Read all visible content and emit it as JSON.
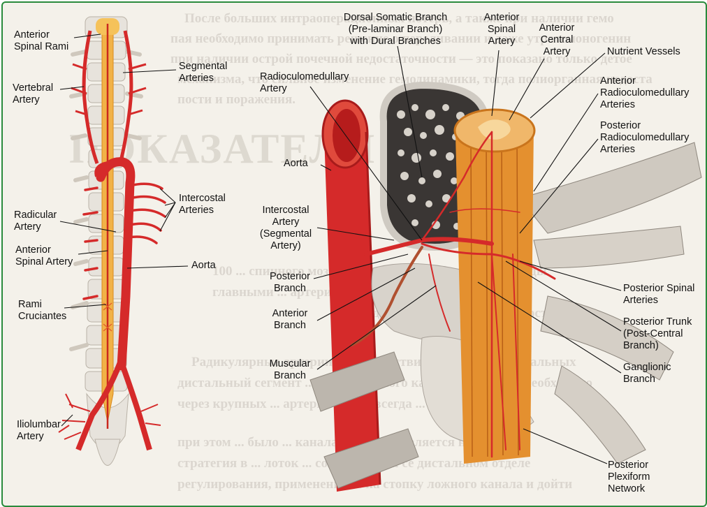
{
  "colors": {
    "artery": "#d52a2a",
    "artery_dark": "#9b1212",
    "cord": "#e08a2c",
    "bone": "#d8d3cb",
    "border": "#2a8a3c"
  },
  "labels": {
    "anterior_spinal_rami": "Anterior\nSpinal Rami",
    "segmental_arteries": "Segmental\nArteries",
    "vertebral_artery": "Vertebral\nArtery",
    "intercostal_arteries": "Intercostal\nArteries",
    "radicular_artery": "Radicular\nArtery",
    "anterior_spinal_artery_left": "Anterior\nSpinal Artery",
    "aorta_left": "Aorta",
    "rami_cruciantes": "Rami\nCruciantes",
    "iliolumbar_artery": "Iliolumbar\nArtery",
    "dorsal_somatic_branch": "Dorsal Somatic Branch\n(Pre-laminar Branch)\nwith Dural Branches",
    "anterior_spinal_artery_right": "Anterior\nSpinal\nArtery",
    "anterior_central_artery": "Anterior\nCentral\nArtery",
    "nutrient_vessels": "Nutrient Vessels",
    "radiculomedullary_artery": "Radioculomedullary\nArtery",
    "anterior_radiculomedullary": "Anterior\nRadioculomedullary\nArteries",
    "posterior_radiculomedullary": "Posterior\nRadioculomedullary\nArteries",
    "aorta_right": "Aorta",
    "intercostal_segmental": "Intercostal\nArtery\n(Segmental\nArtery)",
    "posterior_branch": "Posterior\nBranch",
    "anterior_branch": "Anterior\nBranch",
    "muscular_branch": "Muscular\nBranch",
    "posterior_spinal_arteries": "Posterior Spinal\nArteries",
    "posterior_trunk": "Posterior Trunk\n(Post-Central\nBranch)",
    "ganglionic_branch": "Ganglionic\nBranch",
    "posterior_plexiform": "Posterior\nPlexiform\nNetwork"
  },
  "background_text": {
    "line1": "После больших интраоперационных потерь, а также при наличии гемо",
    "line2": "пая необходимо принимать решение о переливании и даже утратсмоногенин",
    "line3": "при наличии острой почечной недостаточности — это показано только детое",
    "line4": "механизма, что сильное изменение гемодинамики, тогда полиорганная недоста",
    "line5": "пости и поражения.",
    "title": "ПОКАЗАТЕЛИ",
    "line6": "100 ... спинного мозга изучения отдела перфузия сосуды",
    "line7": "главными ... артерии аорты ... Сегмент аорты",
    "line8": "представляет собой совокупность",
    "line9": "Радикулярные артерии при отсутствии крупных ... чистальных",
    "line10": "дистальный сегмент ... вертикального канала, в котором необходимо",
    "line11": "через крупных ... артерий (а она всегда ...",
    "line12": "при этом ... было ... канала во всех ... является не",
    "line13": "стратегия в ... лоток ... совет аорты и се дистальном отделе",
    "line14": "регулирования, применений ... на стопку ложного канала и дойти"
  }
}
